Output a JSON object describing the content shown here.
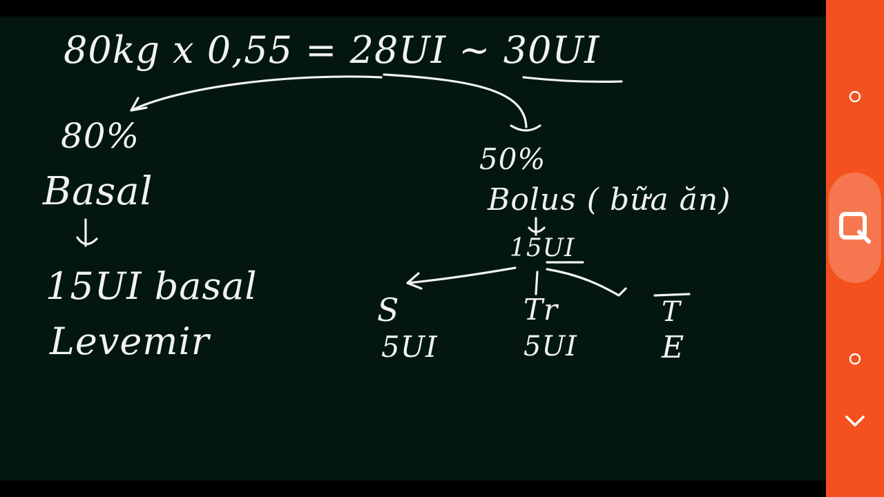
{
  "colors": {
    "board_background": "#03170f",
    "ink": "#f2f2f2",
    "sidebar_background": "#f4511e",
    "letterbox": "#000000"
  },
  "board": {
    "equation": "80kg x 0,55 = 28UI ~ 30UI",
    "left": {
      "percent": "80%",
      "label": "Basal",
      "dose": "15UI basal",
      "drug": "Levemir"
    },
    "right": {
      "percent": "50%",
      "label": "Bolus ( bữa ăn)",
      "dose": "15UI",
      "meals": [
        {
          "label": "S",
          "dose": "5UI"
        },
        {
          "label": "Tr",
          "dose": "5UI"
        },
        {
          "label": "T",
          "dose": "E"
        }
      ]
    }
  },
  "sidebar": {
    "buttons": [
      {
        "icon": "dot-icon"
      },
      {
        "icon": "search-icon"
      },
      {
        "icon": "dot-icon"
      },
      {
        "icon": "chevron-down-icon"
      }
    ]
  }
}
